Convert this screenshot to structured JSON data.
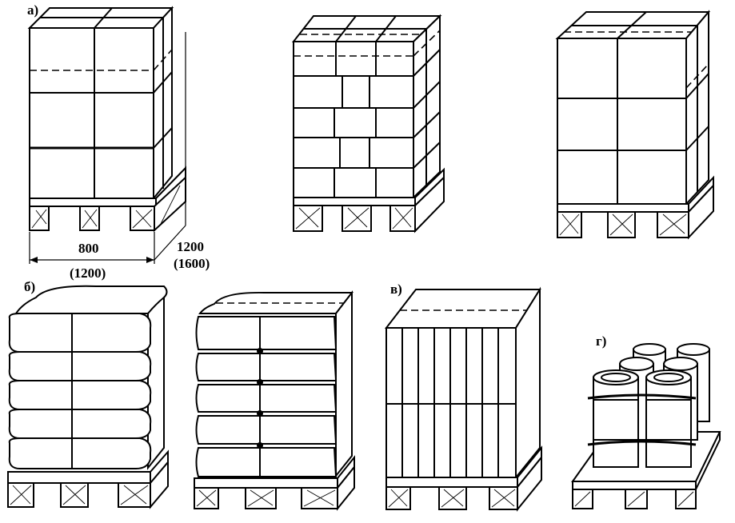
{
  "labels": {
    "a": "а)",
    "b": "б)",
    "v": "в)",
    "g": "г)"
  },
  "dimensions": {
    "width": "800",
    "width_alt": "(1200)",
    "depth": "1200",
    "depth_alt": "(1600)"
  }
}
